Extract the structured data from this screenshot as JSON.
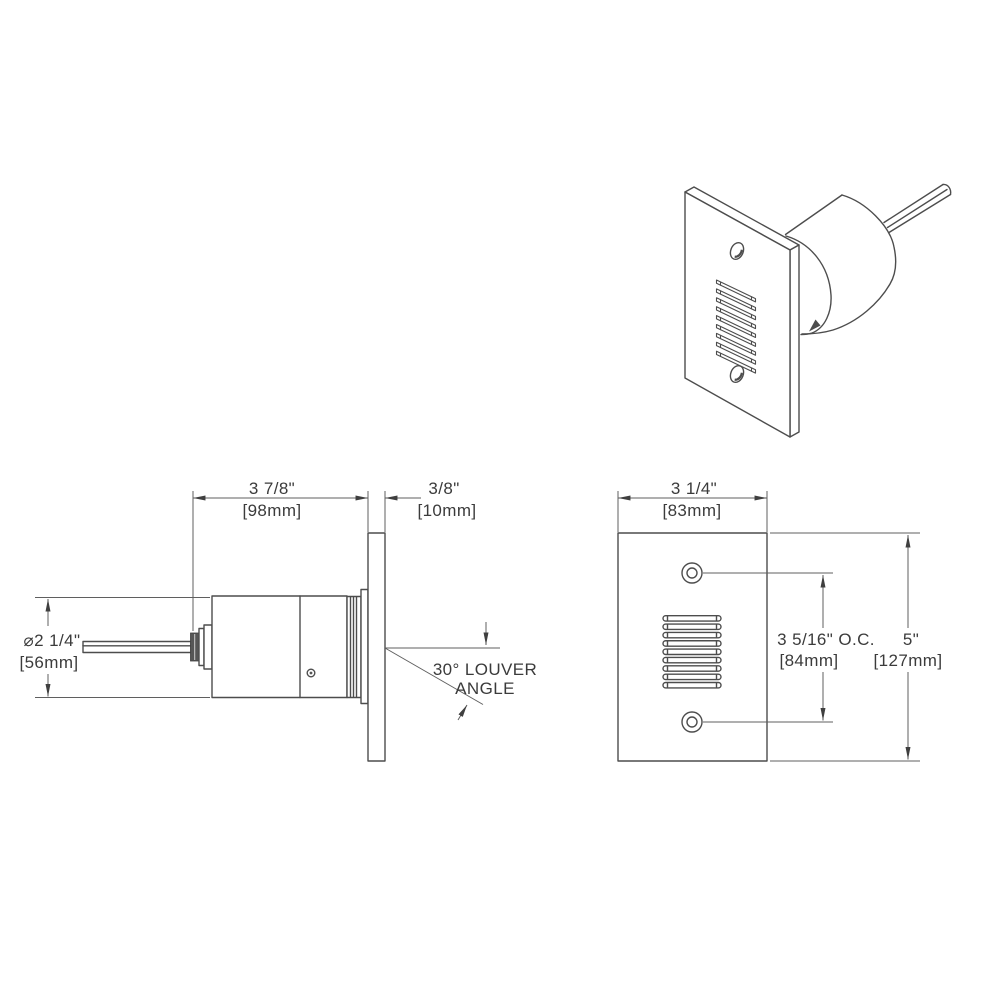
{
  "drawing": {
    "title": "louvered-step-light-technical-drawing",
    "colors": {
      "background": "#ffffff",
      "object_line": "#4d4d4d",
      "dimension_line": "#5f5f5f",
      "text": "#3b3b3b",
      "connector_fill": "#565656"
    },
    "side_view": {
      "body_depth_in": "3 7/8\"",
      "body_depth_mm": "[98mm]",
      "plate_thickness_in": "3/8\"",
      "plate_thickness_mm": "[10mm]",
      "body_diameter_in": "⌀2 1/4\"",
      "body_diameter_mm": "[56mm]",
      "louver_angle_line1": "30° LOUVER",
      "louver_angle_line2": "ANGLE"
    },
    "front_view": {
      "plate_width_in": "3 1/4\"",
      "plate_width_mm": "[83mm]",
      "hole_spacing_in": "3 5/16\" O.C.",
      "hole_spacing_mm": "[84mm]",
      "plate_height_in": "5\"",
      "plate_height_mm": "[127mm]",
      "louver_count": 9,
      "screw_hole_count": 2
    }
  }
}
